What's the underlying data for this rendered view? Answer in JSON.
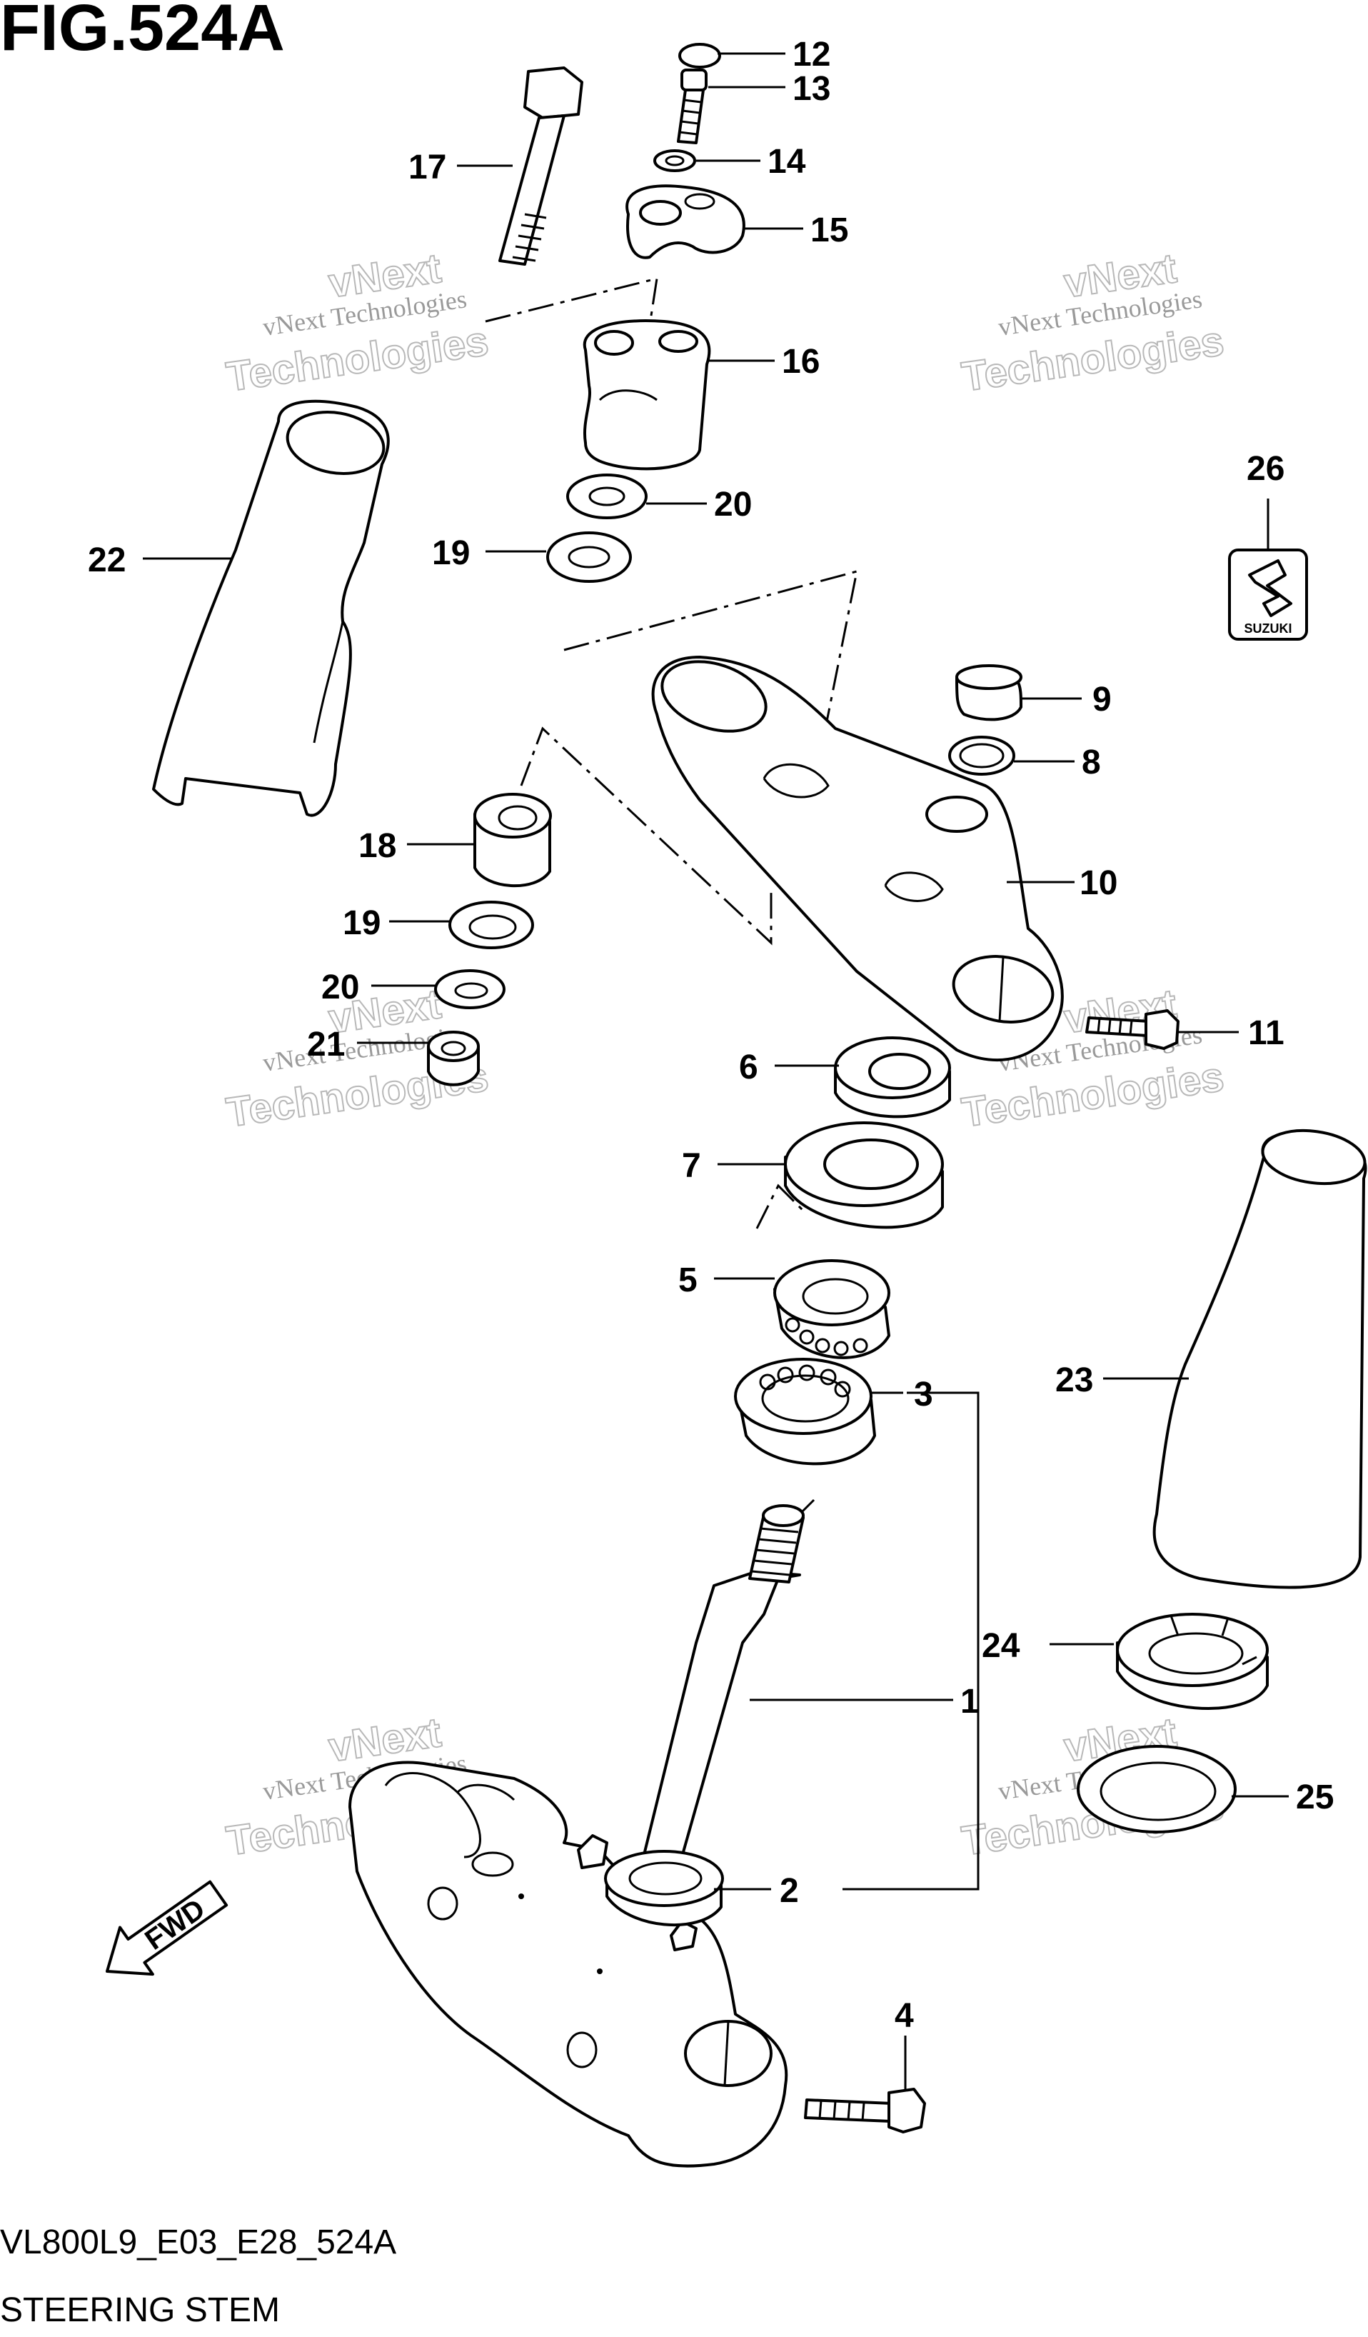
{
  "figure_title": "FIG.524A",
  "model_code": "VL800L9_E03_E28_524A",
  "section_name": "STEERING STEM",
  "fwd_label": "FWD",
  "badge_text": "SUZUKI",
  "watermark": {
    "line1": "vNext Technologies",
    "line2": "vNext",
    "line3": "Technologies"
  },
  "callouts": {
    "c1": "1",
    "c2": "2",
    "c3": "3",
    "c4": "4",
    "c5": "5",
    "c6": "6",
    "c7": "7",
    "c8": "8",
    "c9": "9",
    "c10": "10",
    "c11": "11",
    "c12": "12",
    "c13": "13",
    "c14": "14",
    "c15": "15",
    "c16": "16",
    "c17": "17",
    "c18": "18",
    "c19a": "19",
    "c19b": "19",
    "c20a": "20",
    "c20b": "20",
    "c21": "21",
    "c22": "22",
    "c23": "23",
    "c24": "24",
    "c25": "25",
    "c26": "26"
  }
}
